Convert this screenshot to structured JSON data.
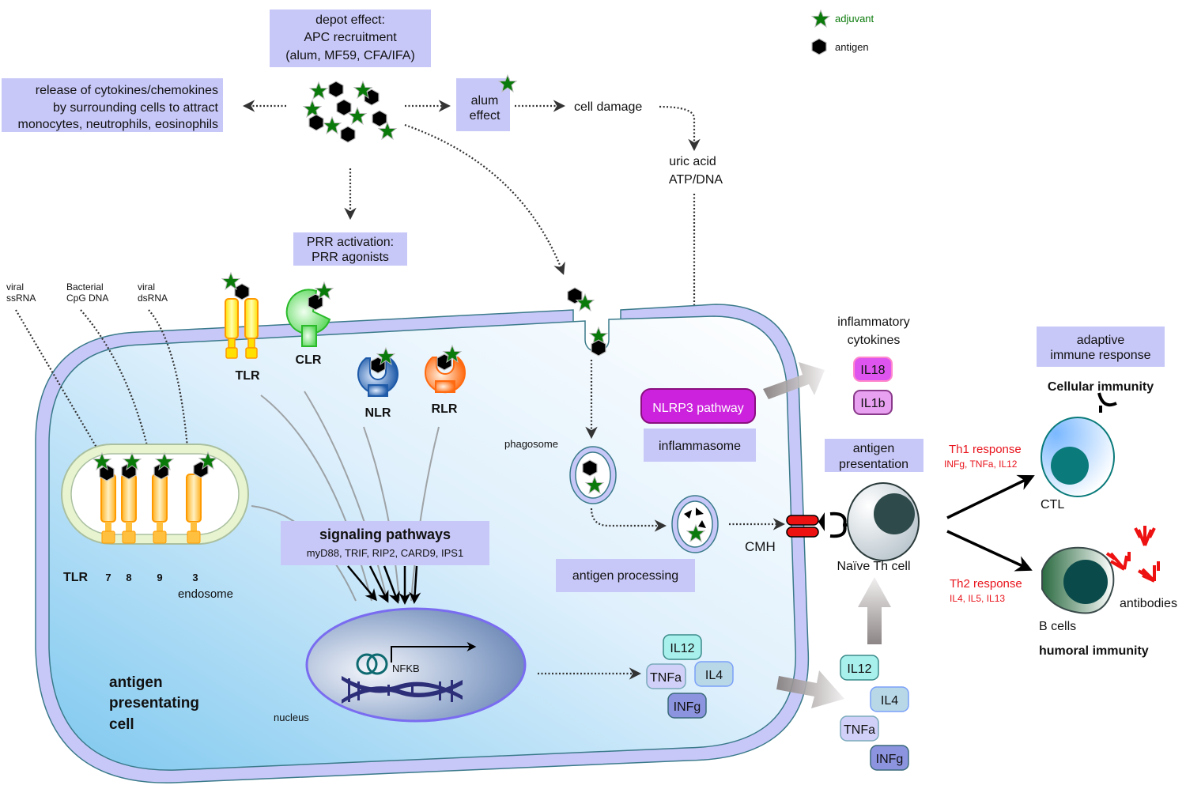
{
  "legend": {
    "adjuvant": {
      "label": "adjuvant",
      "color": "#0a7a0a"
    },
    "antigen": {
      "label": "antigen",
      "color": "#000000"
    }
  },
  "top": {
    "depot_box": [
      "depot effect:",
      "APC recruitment",
      "(alum, MF59, CFA/IFA)"
    ],
    "release_box": [
      "release of cytokines/chemokines",
      "by surrounding cells to attract",
      "monocytes, neutrophils, eosinophils"
    ],
    "alum_box": [
      "alum",
      "effect"
    ],
    "cell_damage": "cell damage",
    "uric_acid": [
      "uric acid",
      "ATP/DNA"
    ],
    "prr_box": [
      "PRR activation:",
      "PRR agonists"
    ]
  },
  "receptors": {
    "viral_ssrna": [
      "viral",
      "ssRNA"
    ],
    "bacterial_cpg": [
      "Bacterial",
      "CpG DNA"
    ],
    "viral_dsrna": [
      "viral",
      "dsRNA"
    ],
    "tlr_surface": "TLR",
    "clr": "CLR",
    "nlr": "NLR",
    "rlr": "RLR",
    "tlr_endo_label": "TLR",
    "tlr_numbers": [
      "7",
      "8",
      "9",
      "3"
    ],
    "endosome": "endosome"
  },
  "cell": {
    "name": [
      "antigen",
      "presentating",
      "cell"
    ],
    "signaling_title": "signaling pathways",
    "signaling_sub": "myD88, TRIF, RIP2, CARD9, IPS1",
    "nucleus": "nucleus",
    "nfkb": "NFKB",
    "phagosome": "phagosome",
    "antigen_processing": "antigen processing",
    "nlrp3": "NLRP3 pathway",
    "inflammasome": "inflammasome",
    "cmh": "CMH",
    "inner_cytokines": [
      "IL12",
      "TNFa",
      "IL4",
      "INFg"
    ]
  },
  "right": {
    "inflammatory": [
      "inflammatory",
      "cytokines"
    ],
    "il18": "IL18",
    "il1b": "IL1b",
    "antigen_presentation": [
      "antigen",
      "presentation"
    ],
    "naive_th": "Naïve Th cell",
    "outer_cytokines": [
      "IL12",
      "IL4",
      "TNFa",
      "INFg"
    ],
    "adaptive": [
      "adaptive",
      "immune response"
    ],
    "cellular": "Cellular immunity",
    "ctl": "CTL",
    "th1": "Th1 response",
    "th1_sub": "INFg, TNFa, IL12",
    "th2": "Th2 response",
    "th2_sub": "IL4, IL5, IL13",
    "b_cells": "B cells",
    "antibodies": "antibodies",
    "humoral": "humoral immunity"
  },
  "colors": {
    "box": "#c8c8f8",
    "red_text": "#e8141c",
    "nlrp3": "#cc22dd"
  }
}
